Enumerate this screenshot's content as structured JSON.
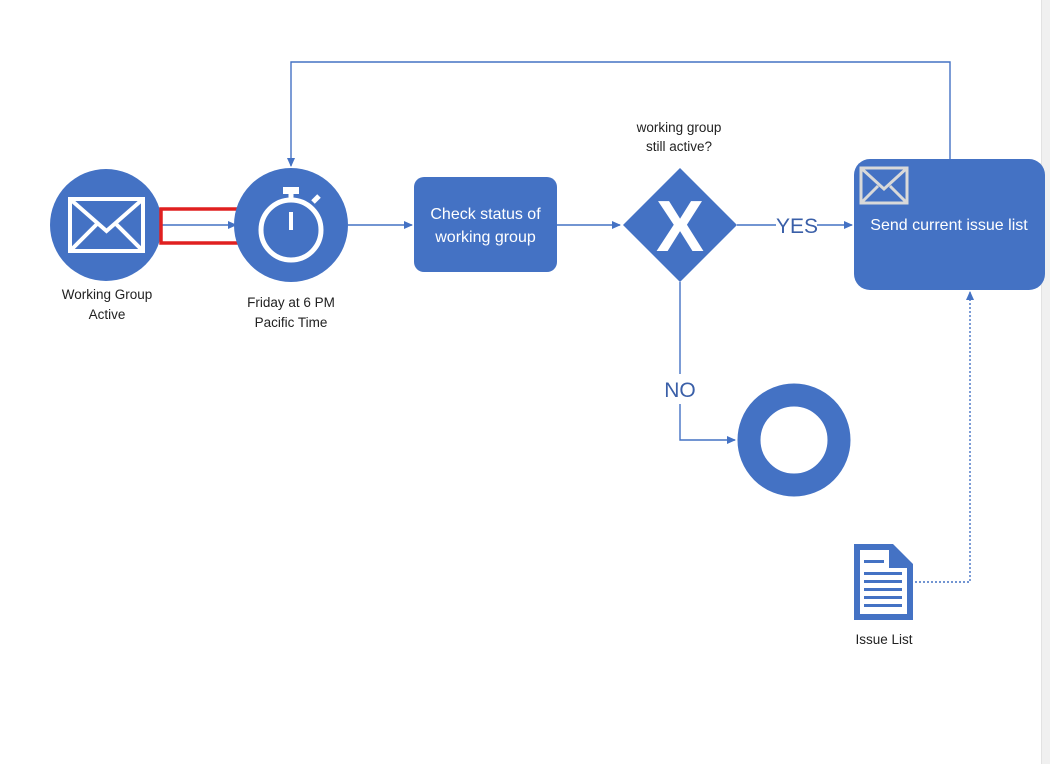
{
  "colors": {
    "shape": "#4472c4",
    "line": "#4472c4",
    "highlight": "#e02020",
    "label": "#222222",
    "inner_text": "#ffffff",
    "decision_label": "#3a5fa8"
  },
  "nodes": {
    "start_event": {
      "label_line1": "Working Group",
      "label_line2": "Active",
      "icon": "envelope-icon"
    },
    "timer_event": {
      "label_line1": "Friday at 6 PM",
      "label_line2": "Pacific Time",
      "icon": "stopwatch-icon"
    },
    "check_task": {
      "label_line1": "Check status of",
      "label_line2": "working group"
    },
    "gateway": {
      "label_line1": "working group",
      "label_line2": "still active?",
      "symbol": "X"
    },
    "send_task": {
      "label": "Send current issue list",
      "icon": "envelope-icon"
    },
    "end_event": {
      "icon": "end-circle-icon"
    },
    "issue_list": {
      "label": "Issue List",
      "icon": "document-icon"
    }
  },
  "edges": {
    "yes_label": "YES",
    "no_label": "NO"
  }
}
